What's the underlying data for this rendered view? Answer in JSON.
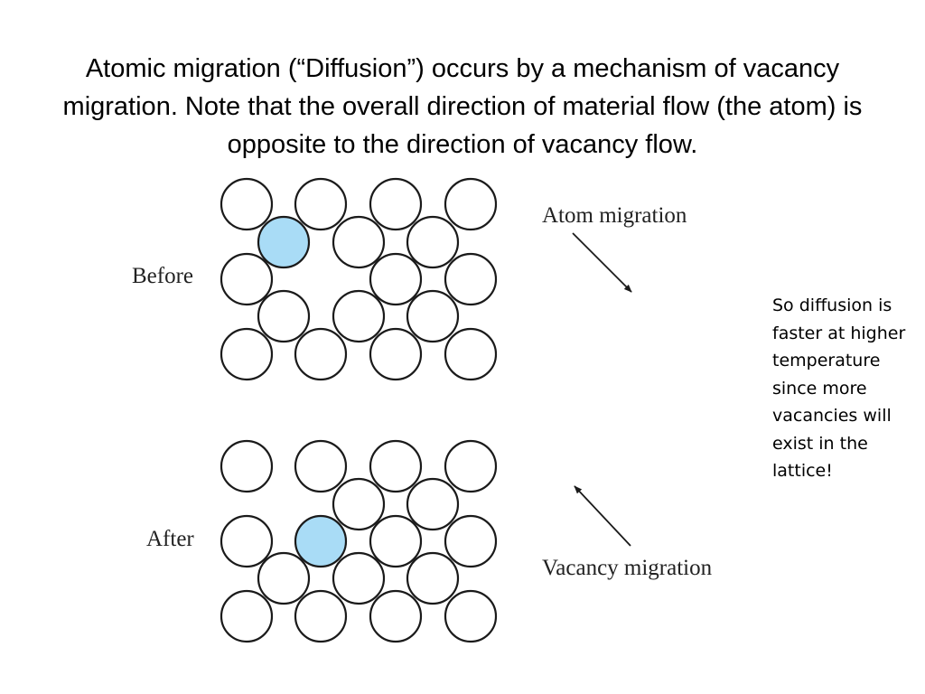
{
  "slide": {
    "title": "Atomic migration (“Diffusion”) occurs by a mechanism of vacancy migration. Note that the overall direction of material flow (the atom) is opposite to the direction of vacancy flow.",
    "note": "So diffusion is faster at higher temperature since more vacancies will exist in the lattice!"
  },
  "diagram": {
    "before_label": "Before",
    "after_label": "After",
    "atom_migration_label": "Atom migration",
    "vacancy_migration_label": "Vacancy migration",
    "colors": {
      "atom_fill": "#ffffff",
      "migrating_atom_fill": "#a9dcf6",
      "outline": "#1a1a1a"
    }
  }
}
